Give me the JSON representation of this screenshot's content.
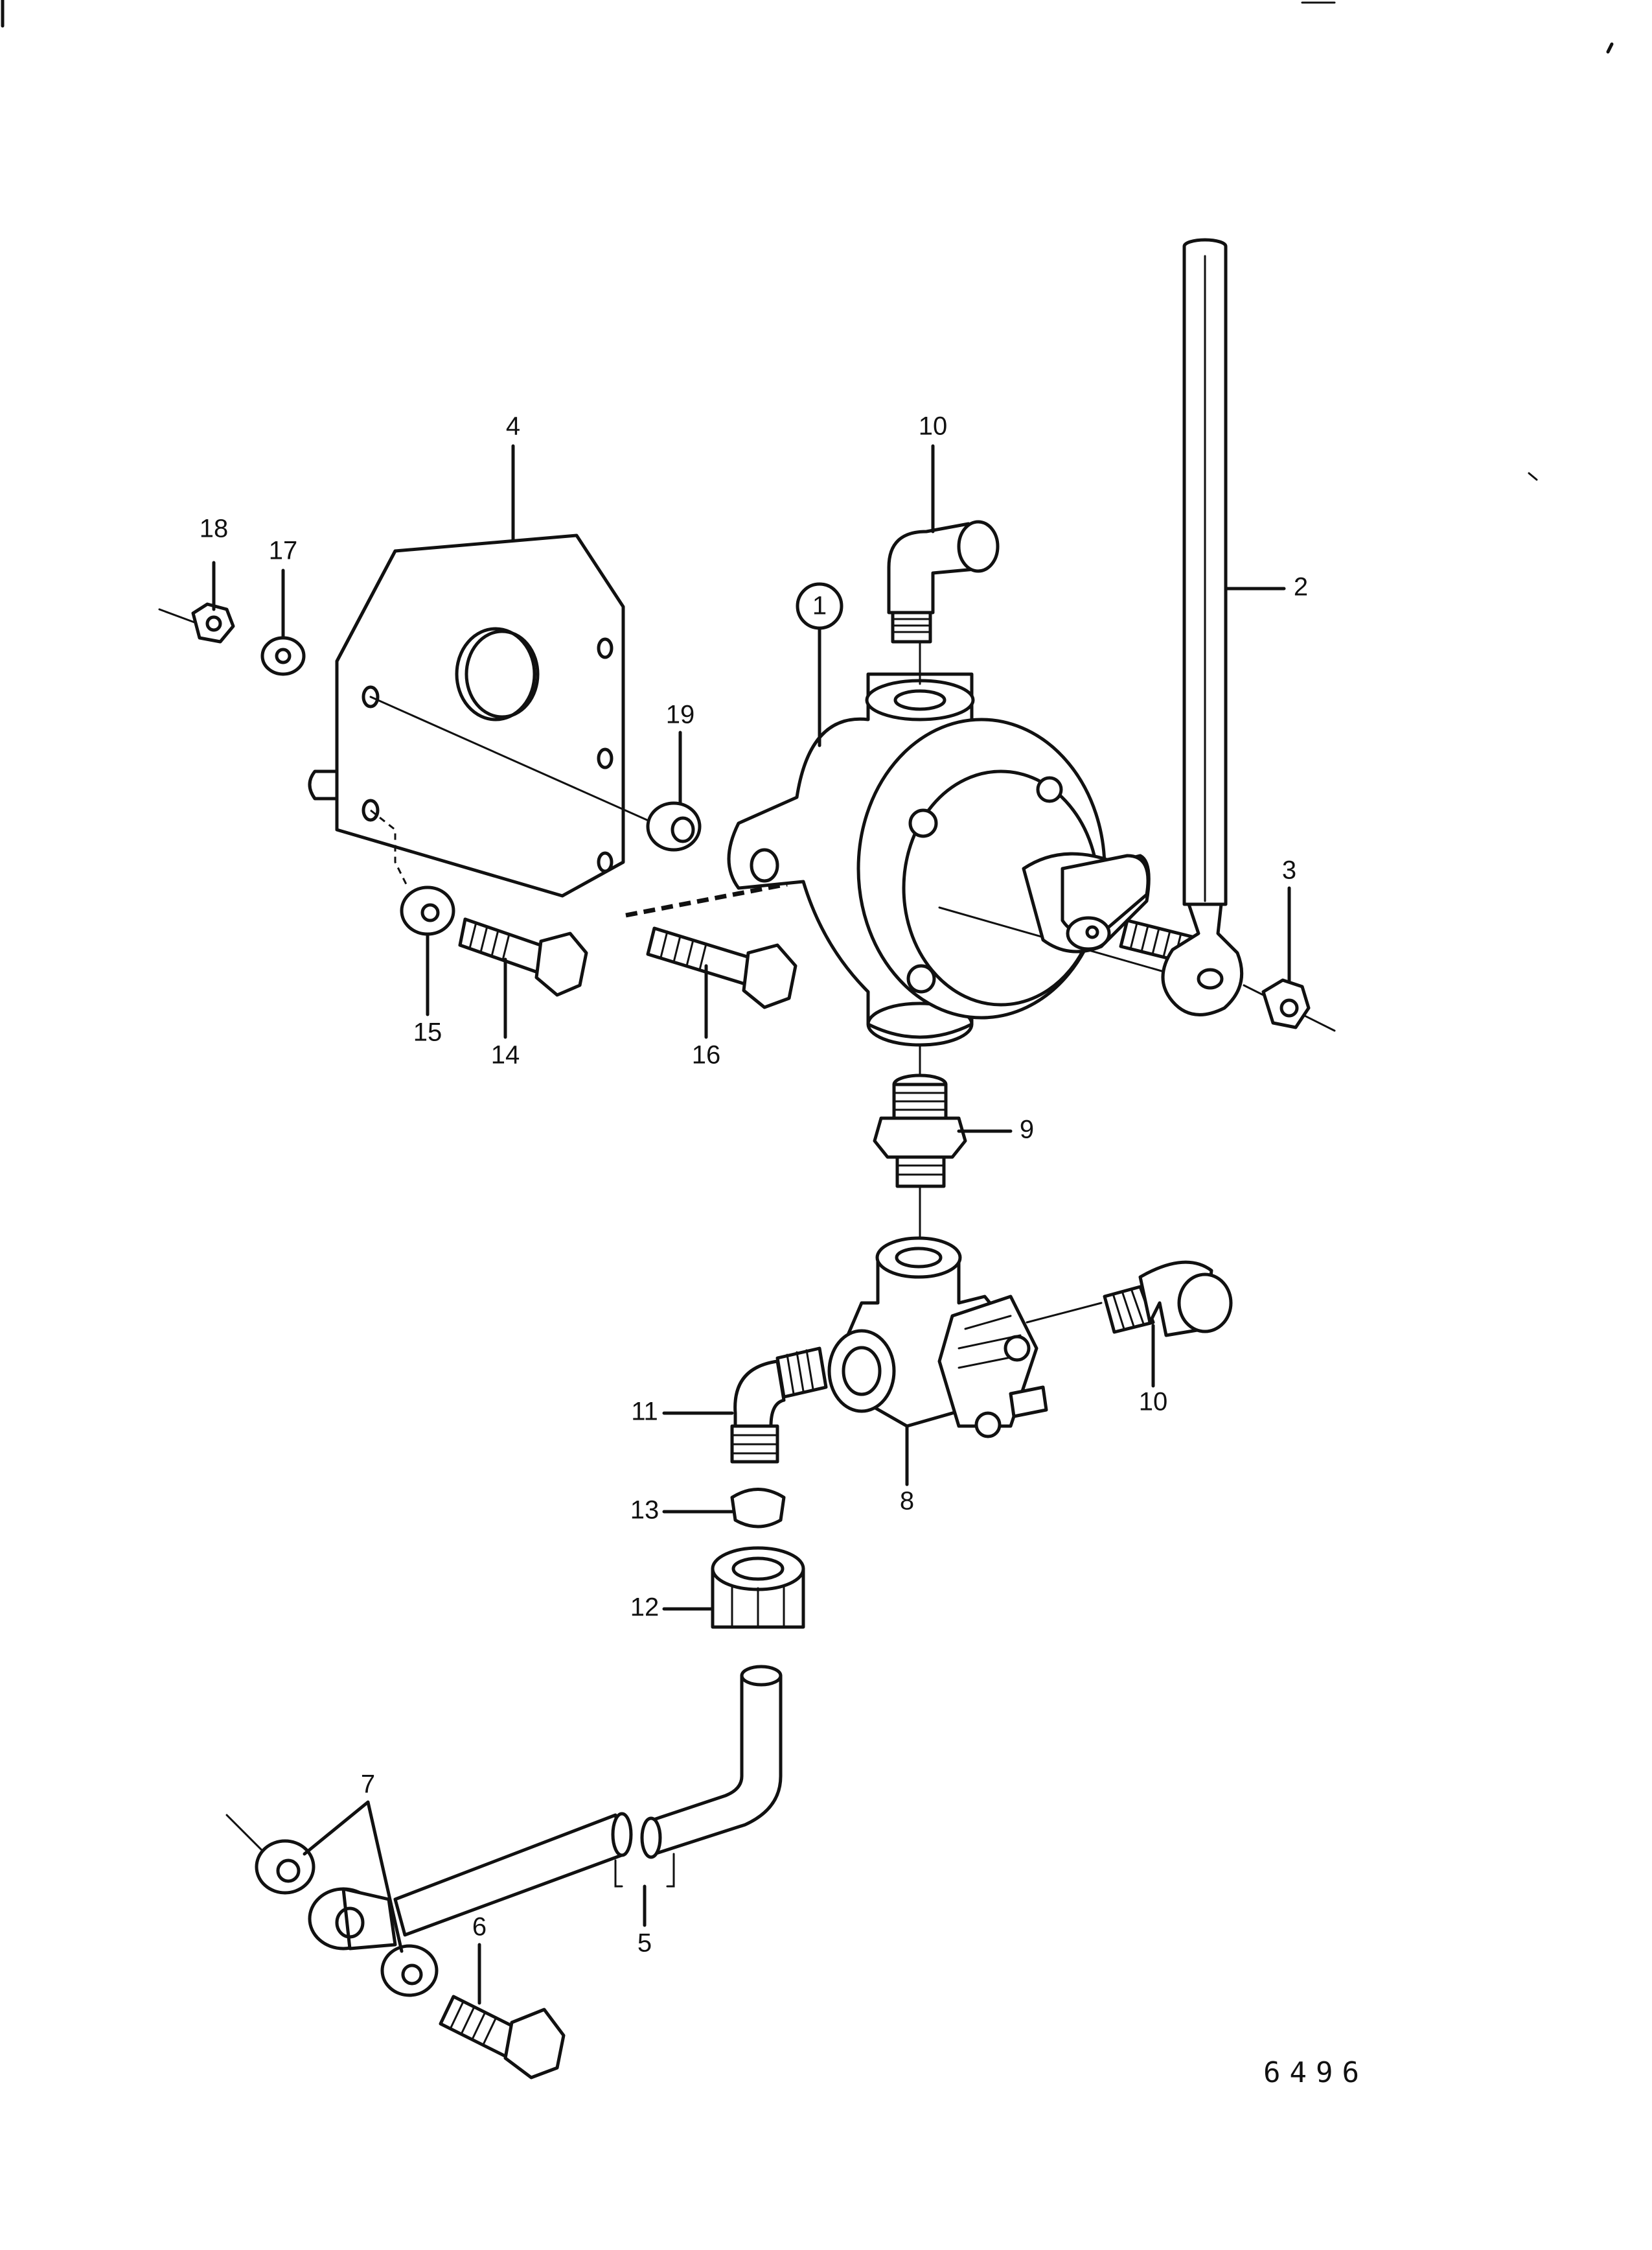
{
  "figure_number": "6496",
  "callouts": [
    {
      "id": "c1",
      "label": "1",
      "circled": true
    },
    {
      "id": "c2",
      "label": "2"
    },
    {
      "id": "c3",
      "label": "3"
    },
    {
      "id": "c4",
      "label": "4"
    },
    {
      "id": "c5",
      "label": "5"
    },
    {
      "id": "c6",
      "label": "6"
    },
    {
      "id": "c7",
      "label": "7"
    },
    {
      "id": "c8",
      "label": "8"
    },
    {
      "id": "c9",
      "label": "9"
    },
    {
      "id": "c10a",
      "label": "10"
    },
    {
      "id": "c10b",
      "label": "10"
    },
    {
      "id": "c11",
      "label": "11"
    },
    {
      "id": "c12",
      "label": "12"
    },
    {
      "id": "c13",
      "label": "13"
    },
    {
      "id": "c14",
      "label": "14"
    },
    {
      "id": "c15",
      "label": "15"
    },
    {
      "id": "c16",
      "label": "16"
    },
    {
      "id": "c17",
      "label": "17"
    },
    {
      "id": "c18",
      "label": "18"
    },
    {
      "id": "c19",
      "label": "19"
    }
  ],
  "colors": {
    "ink": "#111111",
    "paper": "#ffffff"
  }
}
